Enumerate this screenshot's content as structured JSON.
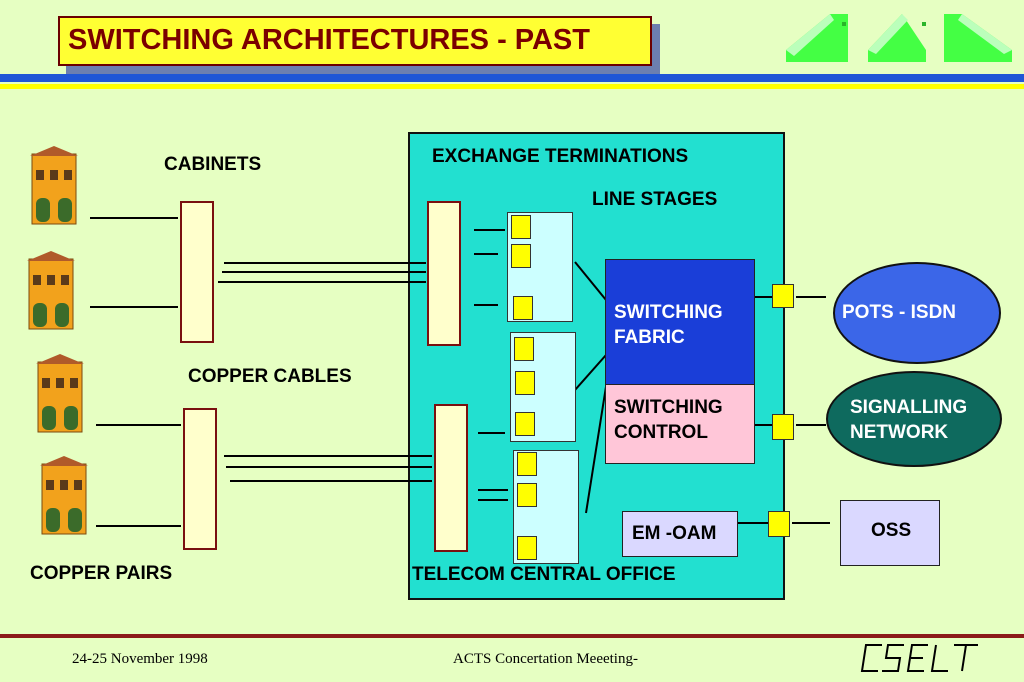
{
  "title": "SWITCHING ARCHITECTURES - PAST",
  "labels": {
    "cabinets": "CABINETS",
    "copper_cables": "COPPER CABLES",
    "copper_pairs": "COPPER PAIRS",
    "exchange_terminations": "EXCHANGE TERMINATIONS",
    "line_stages": "LINE STAGES",
    "telecom_central_office": "TELECOM CENTRAL OFFICE"
  },
  "blocks": {
    "switching_fabric_l1": "SWITCHING",
    "switching_fabric_l2": "FABRIC",
    "switching_control_l1": "SWITCHING",
    "switching_control_l2": "CONTROL",
    "em_oam": "EM -OAM"
  },
  "external": {
    "pots_isdn": "POTS  - ISDN",
    "signalling_l1": "SIGNALLING",
    "signalling_l2": "NETWORK",
    "oss": "OSS"
  },
  "footer": {
    "date": "24-25 November 1998",
    "meeting": "ACTS Concertation Meeeting-",
    "logo_text": "CSELT"
  },
  "icons": {
    "houses": "building-icon",
    "top_right": "arrows-logo-icon"
  },
  "colors": {
    "background": "#e6ffc2",
    "central_office": "#22e0d0",
    "fabric": "#1a3ed8",
    "control": "#ffc6d8",
    "title_fill": "#ffff33",
    "title_text": "#7a0000"
  }
}
